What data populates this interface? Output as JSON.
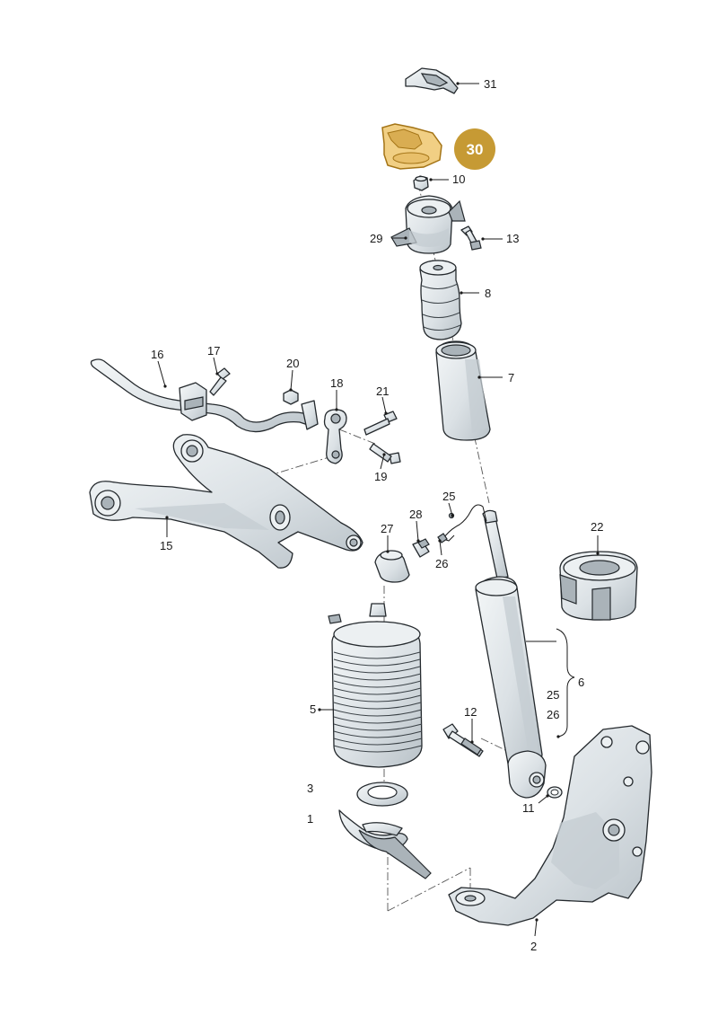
{
  "callouts": {
    "c1": "1",
    "c2": "2",
    "c3": "3",
    "c5": "5",
    "c6": "6",
    "c7": "7",
    "c8": "8",
    "c10": "10",
    "c11": "11",
    "c12": "12",
    "c13": "13",
    "c15": "15",
    "c16": "16",
    "c17": "17",
    "c18": "18",
    "c19": "19",
    "c20": "20",
    "c21": "21",
    "c22": "22",
    "c25a": "25",
    "c25b": "25",
    "c26a": "26",
    "c26b": "26",
    "c27": "27",
    "c28": "28",
    "c29": "29",
    "c31": "31"
  },
  "highlighted_part": {
    "label": "30",
    "color": "#c69a34"
  },
  "colors": {
    "part_fill": "#dde3e7",
    "line": "#24292d",
    "highlight_fill": "#f1cf84"
  }
}
